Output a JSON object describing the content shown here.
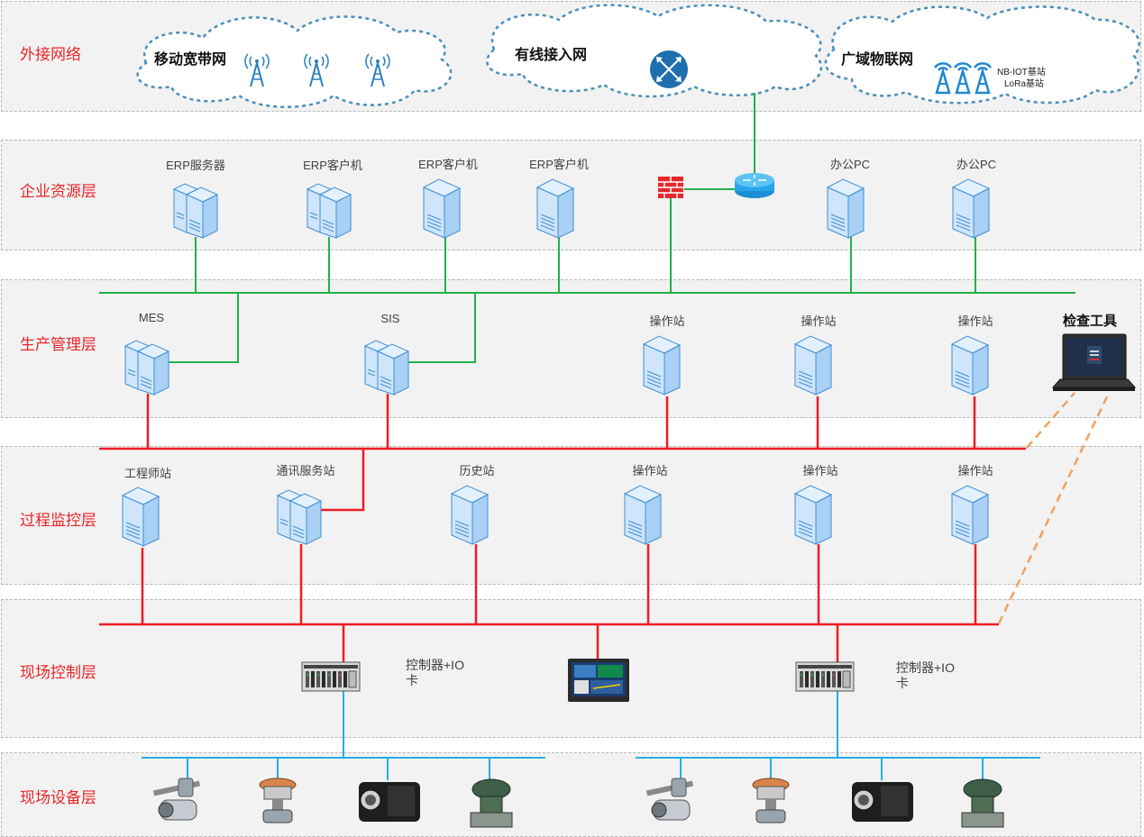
{
  "layers": [
    {
      "id": "external",
      "name": "外接网络"
    },
    {
      "id": "erp",
      "name": "企业资源层"
    },
    {
      "id": "mgmt",
      "name": "生产管理层"
    },
    {
      "id": "monitor",
      "name": "过程监控层"
    },
    {
      "id": "control",
      "name": "现场控制层"
    },
    {
      "id": "device",
      "name": "现场设备层"
    }
  ],
  "clouds": {
    "mobile": "移动宽带网",
    "wired": "有线接入网",
    "wan": "广域物联网",
    "wan_station_1": "NB-IOT基站",
    "wan_station_2": "LoRa基站"
  },
  "erp_nodes": [
    "ERP服务器",
    "ERP客户机",
    "ERP客户机",
    "ERP客户机",
    "办公PC",
    "办公PC"
  ],
  "mgmt_nodes": [
    "MES",
    "SIS",
    "操作站",
    "操作站",
    "操作站"
  ],
  "inspection_tool": "检查工具",
  "monitor_nodes": [
    "工程师站",
    "通讯服务站",
    "历史站",
    "操作站",
    "操作站",
    "操作站"
  ],
  "controllers": {
    "left_line1": "控制器+IO",
    "left_line2": "卡",
    "right_line1": "控制器+IO",
    "right_line2": "卡"
  },
  "colors": {
    "management_network": "#22b04a",
    "control_network": "#ee1c25",
    "fieldbus": "#22aee5",
    "wireless_link": "#f0a060",
    "layer_label": "#e8262a",
    "cloud_outline": "#4a8fb8"
  }
}
